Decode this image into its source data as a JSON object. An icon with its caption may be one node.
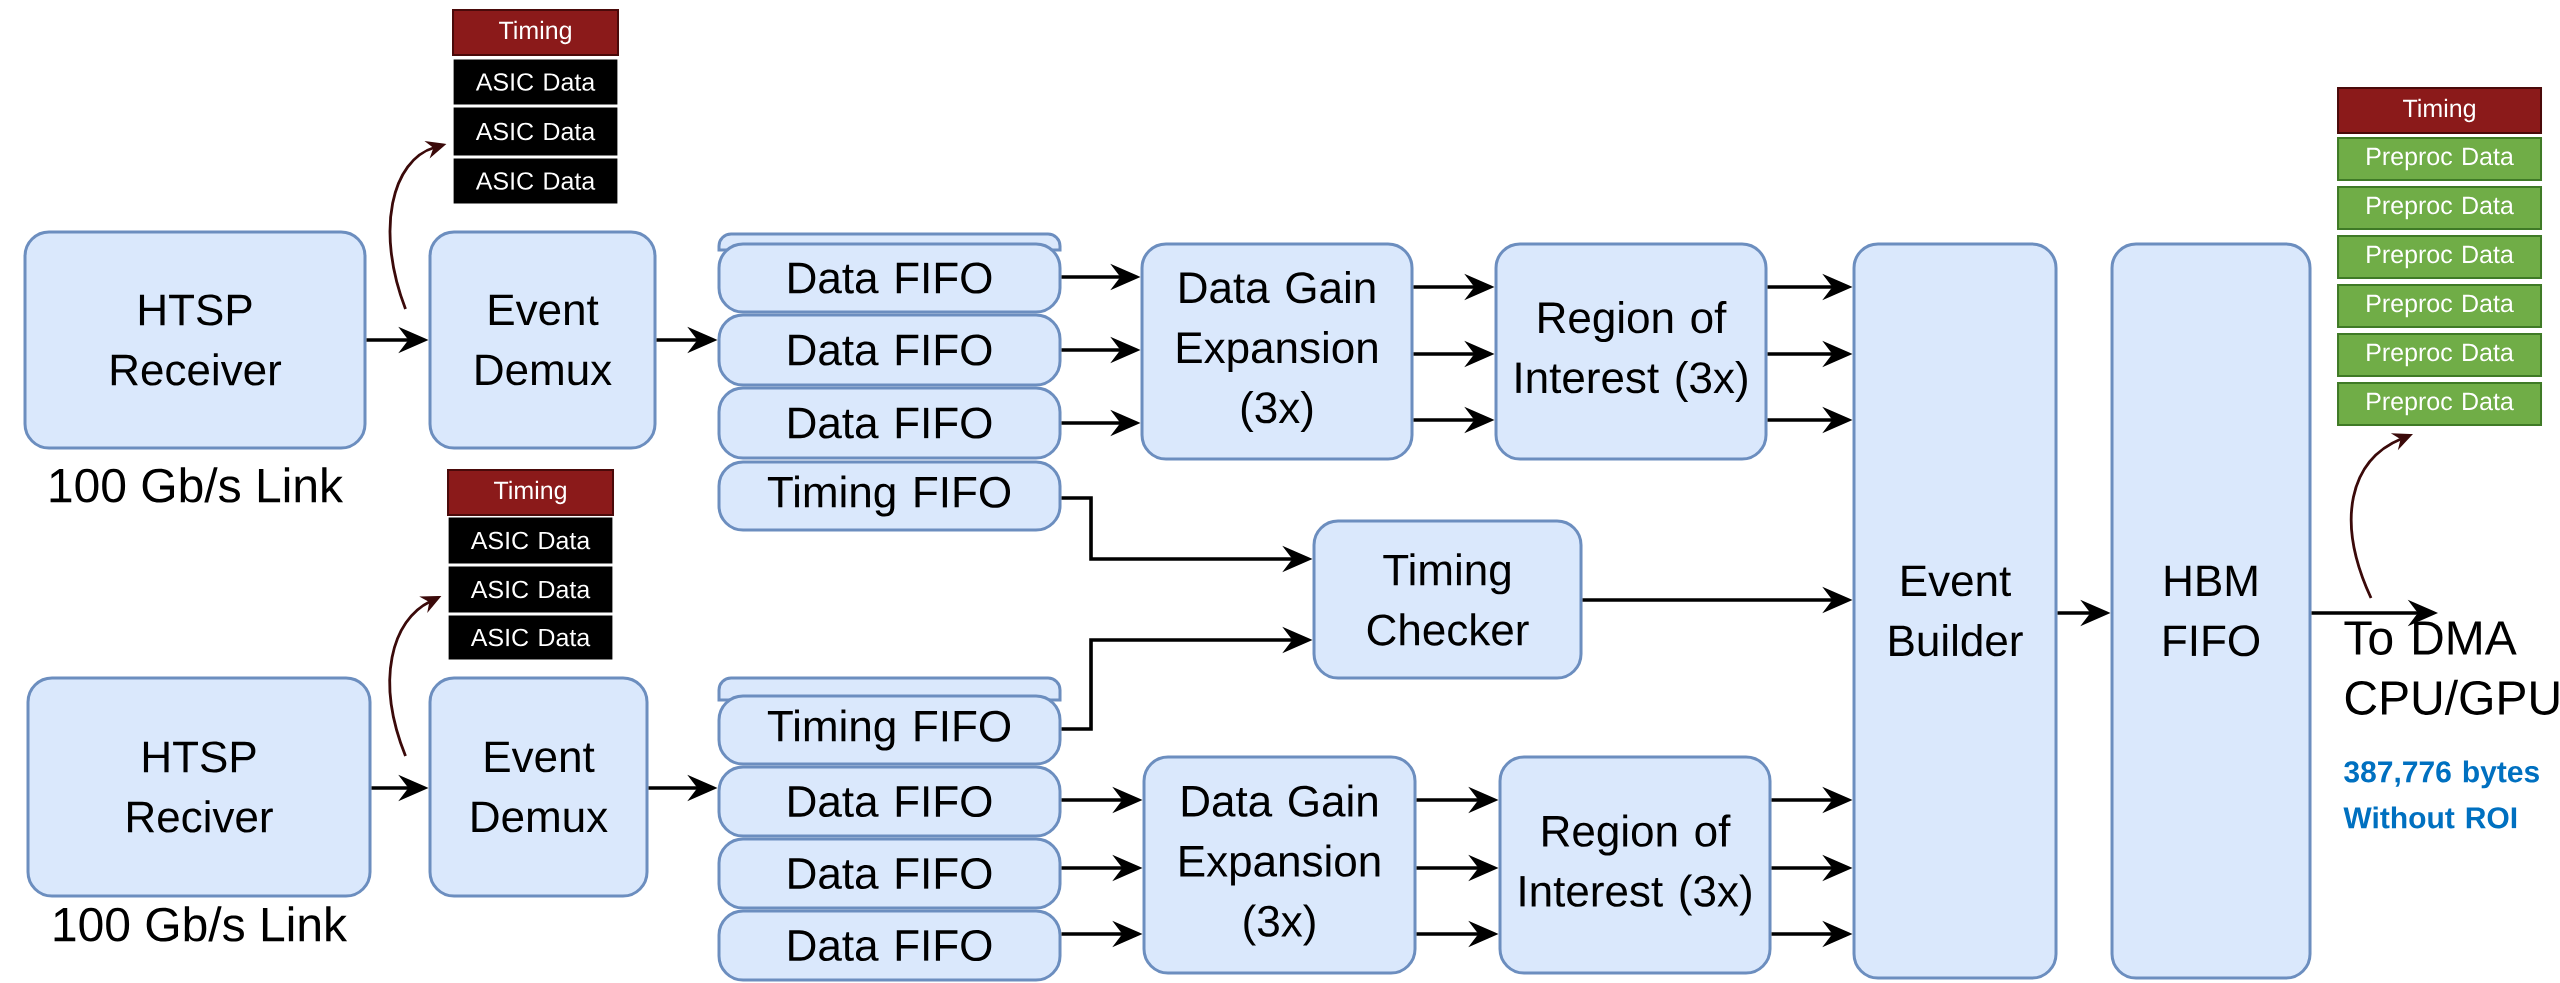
{
  "diagram": {
    "nodes": [
      {
        "text": [
          "Timing"
        ]
      },
      {
        "text": [
          "ASIC Data"
        ]
      },
      {
        "text": [
          "ASIC Data"
        ]
      },
      {
        "text": [
          "ASIC Data"
        ]
      },
      {
        "text": [
          "Timing"
        ]
      },
      {
        "text": [
          "Preproc Data"
        ]
      },
      {
        "text": [
          "Preproc Data"
        ]
      },
      {
        "text": [
          "Preproc Data"
        ]
      },
      {
        "text": [
          "Preproc Data"
        ]
      },
      {
        "text": [
          "Preproc Data"
        ]
      },
      {
        "text": [
          "Preproc Data"
        ]
      },
      {
        "text": [
          "HTSP Receiver"
        ],
        "beside": [
          "100 Gb/s Link"
        ]
      },
      {
        "text": [
          "Event Demux"
        ]
      },
      {
        "text": [
          "Data FIFO"
        ]
      },
      {
        "text": [
          "Data FIFO"
        ]
      },
      {
        "text": [
          "Data FIFO"
        ]
      },
      {
        "text": [
          "Timing FIFO"
        ]
      },
      {
        "text": [
          "Data Gain Expansion (3x)"
        ]
      },
      {
        "text": [
          "Region of Interest (3x)"
        ]
      },
      {
        "text": [
          "Timing Checker"
        ]
      },
      {
        "text": [
          "Event Builder"
        ]
      },
      {
        "text": [
          "HBM FIFO"
        ]
      },
      {
        "text": [
          "Timing"
        ]
      },
      {
        "text": [
          "ASIC Data"
        ]
      },
      {
        "text": [
          "ASIC Data"
        ]
      },
      {
        "text": [
          "ASIC Data"
        ]
      },
      {
        "text": [
          "HTSP Reciver"
        ],
        "beside": [
          "100 Gb/s Link"
        ]
      },
      {
        "text": [
          "Event Demux"
        ]
      },
      {
        "text": [
          "Timing FIFO"
        ]
      },
      {
        "text": [
          "Data FIFO"
        ]
      },
      {
        "text": [
          "Data FIFO"
        ]
      },
      {
        "text": [
          "Data FIFO"
        ]
      },
      {
        "text": [
          "Data Gain Expansion (3x)"
        ]
      },
      {
        "text": [
          "Region of Interest (3x)"
        ]
      },
      {
        "text": [
          "To DMA CPU/GPU"
        ]
      }
    ],
    "edges": [
      {
        "from": 11,
        "to": 12,
        "arrow": "to"
      },
      {
        "from": 12,
        "to": 2,
        "arrow": "to",
        "color": "#3b0a0a"
      },
      {
        "from": 12,
        "to": 14,
        "arrow": "to"
      },
      {
        "from": 13,
        "to": 17,
        "arrow": "to"
      },
      {
        "from": 14,
        "to": 17,
        "arrow": "to"
      },
      {
        "from": 15,
        "to": 17,
        "arrow": "to"
      },
      {
        "from": 17,
        "to": 18,
        "arrow": "to"
      },
      {
        "from": 17,
        "to": 18,
        "arrow": "to"
      },
      {
        "from": 17,
        "to": 18,
        "arrow": "to"
      },
      {
        "from": 18,
        "to": 20,
        "arrow": "to"
      },
      {
        "from": 18,
        "to": 20,
        "arrow": "to"
      },
      {
        "from": 18,
        "to": 20,
        "arrow": "to"
      },
      {
        "from": 16,
        "to": 19,
        "arrow": "to"
      },
      {
        "from": 28,
        "to": 19,
        "arrow": "to"
      },
      {
        "from": 19,
        "to": 20,
        "arrow": "to"
      },
      {
        "from": 20,
        "to": 21,
        "arrow": "to"
      },
      {
        "from": 21,
        "to": 34,
        "arrow": "to"
      },
      {
        "from": 34,
        "to": 10,
        "arrow": "to",
        "color": "#3b0a0a"
      },
      {
        "from": 26,
        "to": 27,
        "arrow": "to"
      },
      {
        "from": 27,
        "to": 24,
        "arrow": "to",
        "color": "#3b0a0a"
      },
      {
        "from": 27,
        "to": 29,
        "arrow": "to"
      },
      {
        "from": 29,
        "to": 32,
        "arrow": "to"
      },
      {
        "from": 30,
        "to": 32,
        "arrow": "to"
      },
      {
        "from": 31,
        "to": 32,
        "arrow": "to"
      },
      {
        "from": 32,
        "to": 33,
        "arrow": "to"
      },
      {
        "from": 32,
        "to": 33,
        "arrow": "to"
      },
      {
        "from": 32,
        "to": 33,
        "arrow": "to"
      },
      {
        "from": 33,
        "to": 20,
        "arrow": "to"
      },
      {
        "from": 33,
        "to": 20,
        "arrow": "to"
      },
      {
        "from": 33,
        "to": 20,
        "arrow": "to"
      }
    ],
    "labels": [
      "387,776 bytes Without ROI"
    ]
  }
}
